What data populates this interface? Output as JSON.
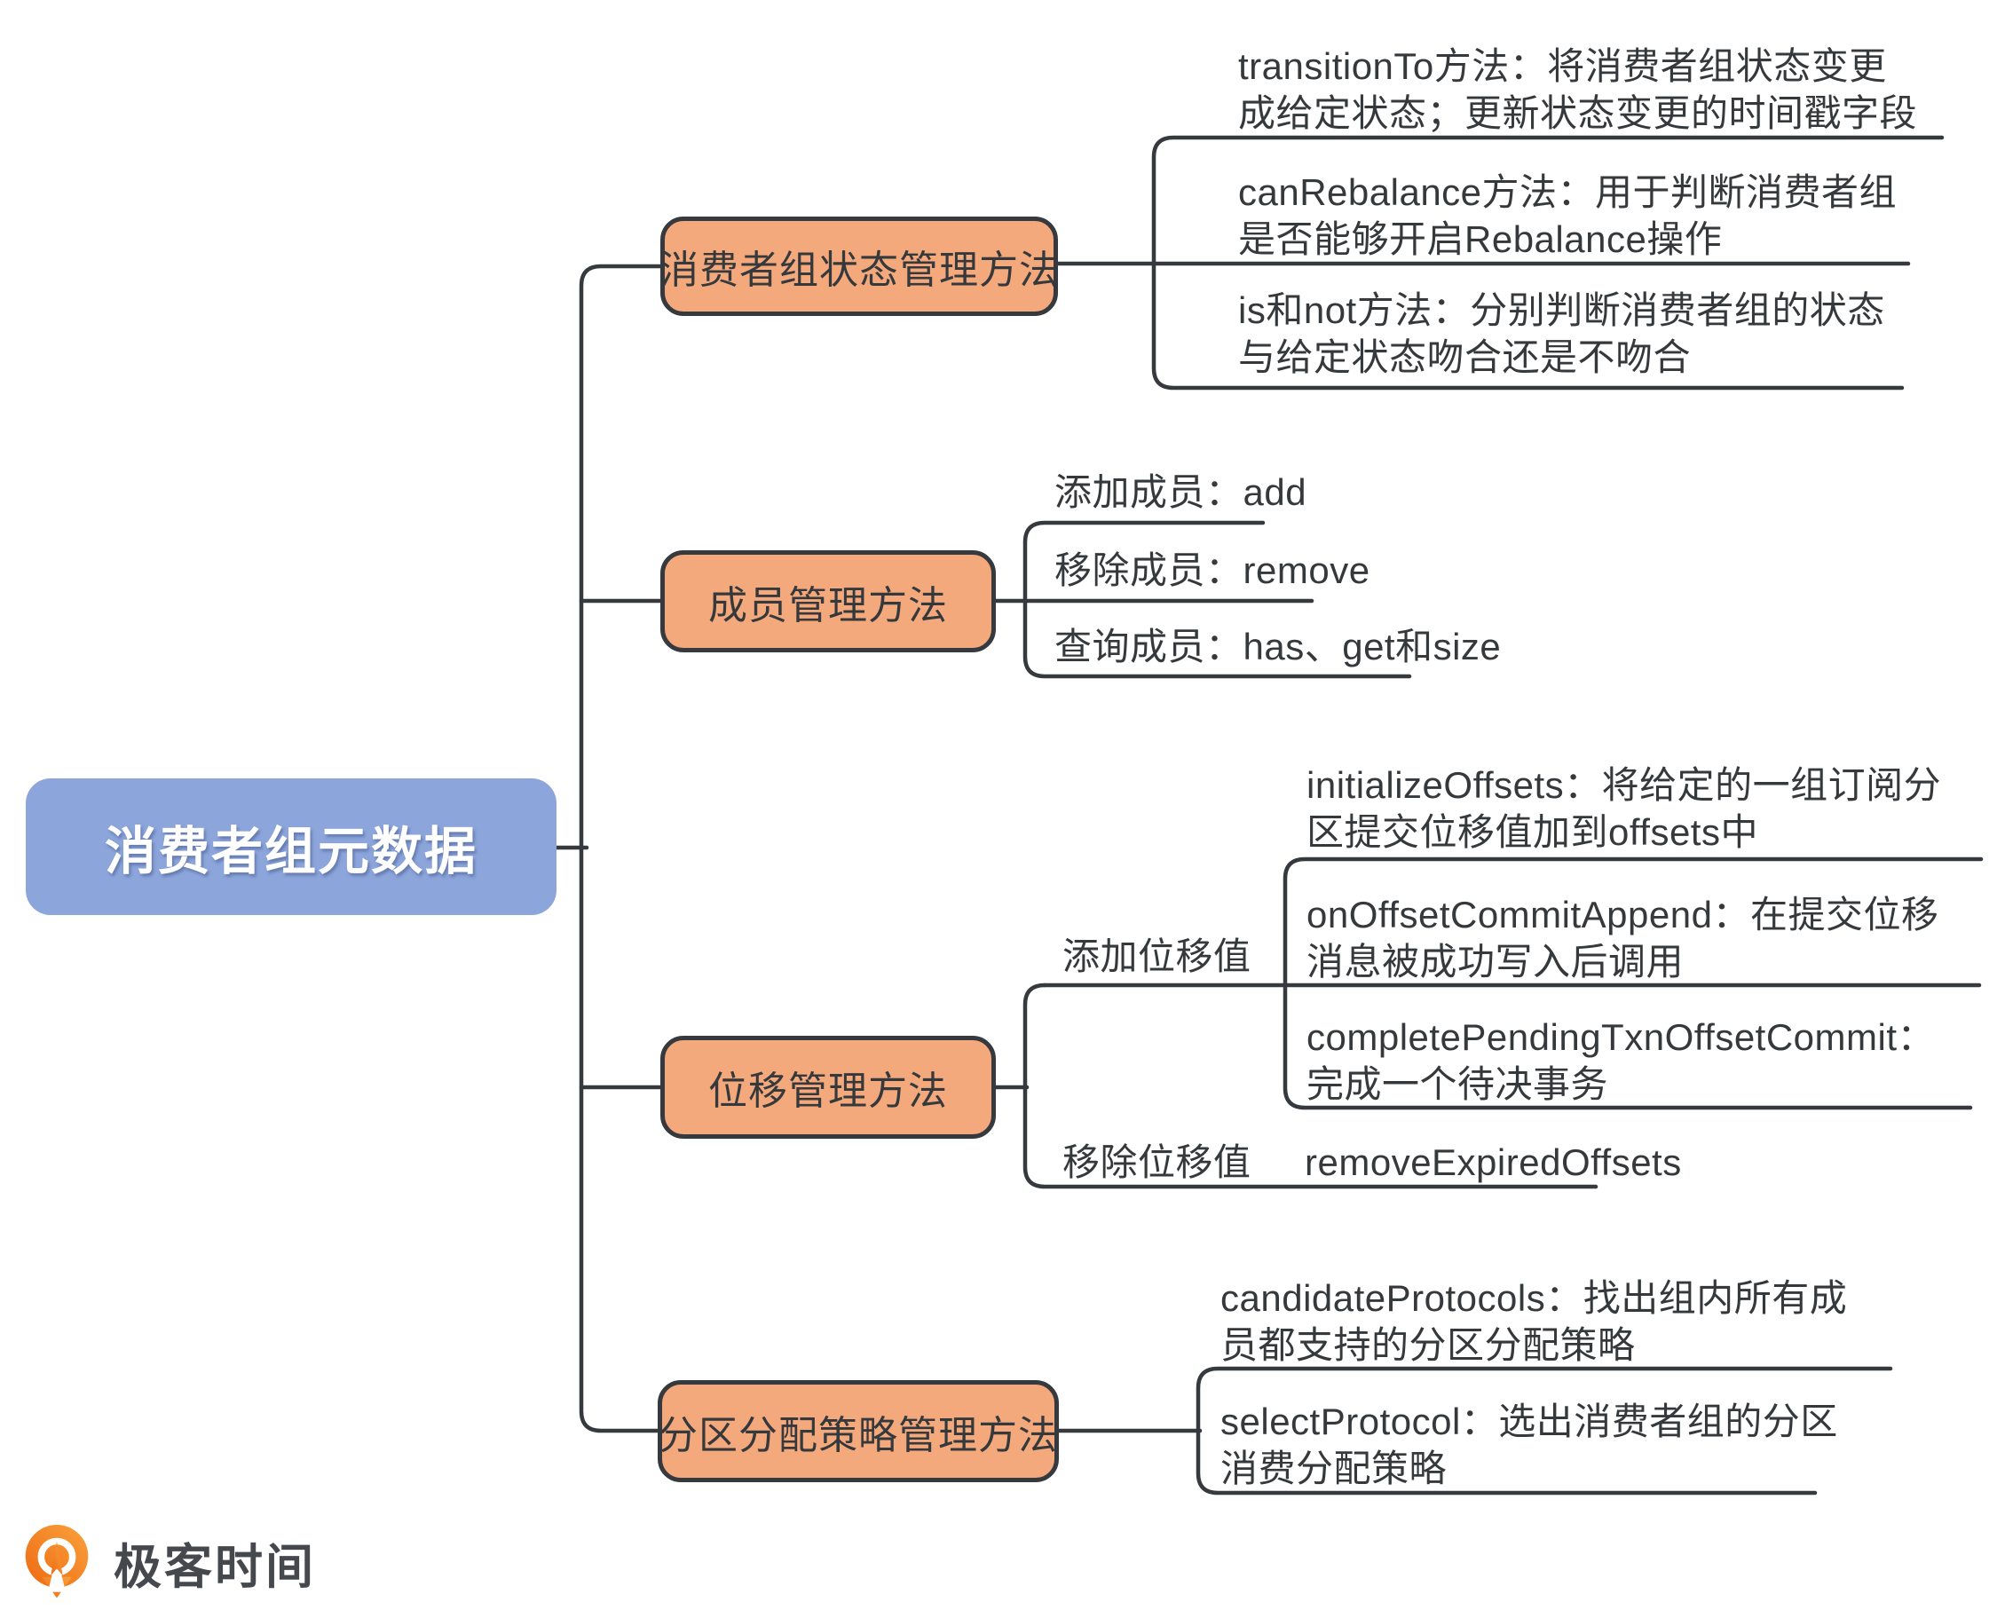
{
  "root": {
    "label": "消费者组元数据"
  },
  "branches": [
    {
      "label": "消费者组状态管理方法",
      "leaves": [
        {
          "text": "transitionTo方法：将消费者组状态变更\n成给定状态；更新状态变更的时间戳字段"
        },
        {
          "text": "canRebalance方法：用于判断消费者组\n是否能够开启Rebalance操作"
        },
        {
          "text": "is和not方法：分别判断消费者组的状态\n与给定状态吻合还是不吻合"
        }
      ]
    },
    {
      "label": "成员管理方法",
      "leaves": [
        {
          "text": "添加成员：add"
        },
        {
          "text": "移除成员：remove"
        },
        {
          "text": "查询成员：has、get和size"
        }
      ]
    },
    {
      "label": "位移管理方法",
      "groups": [
        {
          "label": "添加位移值",
          "leaves": [
            {
              "text": "initializeOffsets：将给定的一组订阅分\n区提交位移值加到offsets中"
            },
            {
              "text": "onOffsetCommitAppend：在提交位移\n消息被成功写入后调用"
            },
            {
              "text": "completePendingTxnOffsetCommit：\n完成一个待决事务"
            }
          ]
        },
        {
          "label": "移除位移值",
          "leaves": [
            {
              "text": "removeExpiredOffsets"
            }
          ]
        }
      ]
    },
    {
      "label": "分区分配策略管理方法",
      "leaves": [
        {
          "text": "candidateProtocols：找出组内所有成\n员都支持的分区分配策略"
        },
        {
          "text": "selectProtocol：选出消费者组的分区\n消费分配策略"
        }
      ]
    }
  ],
  "logo": {
    "brand": "极客时间"
  },
  "colors": {
    "root_fill": "#8CA5DB",
    "branch_fill": "#F4A97D",
    "line": "#36393e",
    "text": "#36393c",
    "logo_text": "#45484d",
    "logo_orange_light": "#FAA23D",
    "logo_orange_dark": "#ED6A11"
  }
}
